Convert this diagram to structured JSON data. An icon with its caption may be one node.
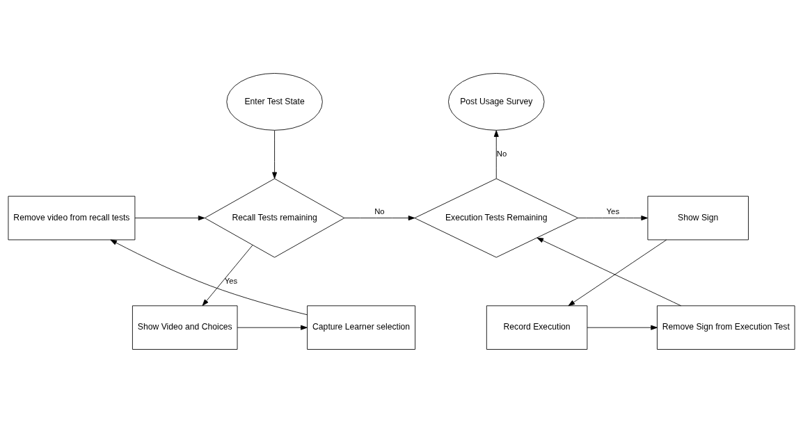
{
  "diagram": {
    "nodes": [
      {
        "text": [
          "Post Usage Survey"
        ]
      },
      {
        "text": [
          "Enter Test State"
        ]
      },
      {
        "text": [
          "Show Sign"
        ]
      },
      {
        "text": [
          "Execution Tests Remaining"
        ]
      },
      {
        "text": [
          "Recall Tests remaining"
        ]
      },
      {
        "text": [
          "Remove video from recall tests"
        ]
      },
      {
        "text": [
          "Record Execution"
        ]
      },
      {
        "text": [
          "Remove Sign from Execution Test"
        ]
      },
      {
        "text": [
          "Show Video and Choices"
        ]
      },
      {
        "text": [
          "Capture Learner selection"
        ]
      }
    ],
    "edges": [
      {
        "from": 1,
        "to": 4,
        "arrow": "to"
      },
      {
        "from": 4,
        "to": 3,
        "arrow": "to",
        "label": "No"
      },
      {
        "from": 3,
        "to": 0,
        "arrow": "to",
        "label": "No"
      },
      {
        "from": 3,
        "to": 2,
        "arrow": "to",
        "label": "Yes"
      },
      {
        "from": 2,
        "to": 6,
        "arrow": "to"
      },
      {
        "from": 6,
        "to": 7,
        "arrow": "to"
      },
      {
        "from": 7,
        "to": 3,
        "arrow": "to"
      },
      {
        "from": 4,
        "to": 8,
        "arrow": "to",
        "label": "Yes"
      },
      {
        "from": 8,
        "to": 9,
        "arrow": "to"
      },
      {
        "from": 9,
        "to": 5,
        "arrow": "to"
      },
      {
        "from": 5,
        "to": 4,
        "arrow": "to"
      }
    ]
  }
}
